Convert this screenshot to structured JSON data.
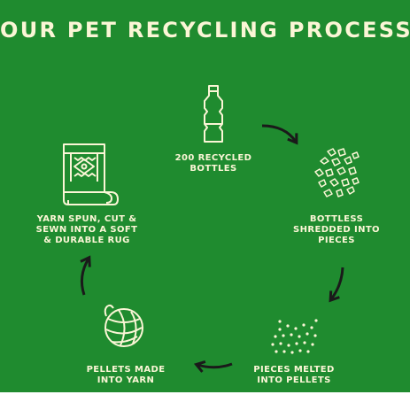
{
  "title": "OUR PET RECYCLING PROCESS",
  "colors": {
    "background": "#1f8b2f",
    "ink": "#fbf6d6",
    "arrow": "#1a1a1a"
  },
  "steps": [
    {
      "label": "200 RECYCLED\nBOTTLES",
      "icon": "bottle-icon"
    },
    {
      "label": "BOTTLESS\nSHREDDED INTO\nPIECES",
      "icon": "shredded-pieces-icon"
    },
    {
      "label": "PIECES MELTED\nINTO PELLETS",
      "icon": "pellets-icon"
    },
    {
      "label": "PELLETS MADE\nINTO YARN",
      "icon": "yarn-ball-icon"
    },
    {
      "label": "YARN SPUN, CUT &\nSEWN INTO A SOFT\n& DURABLE RUG",
      "icon": "rug-icon"
    }
  ]
}
